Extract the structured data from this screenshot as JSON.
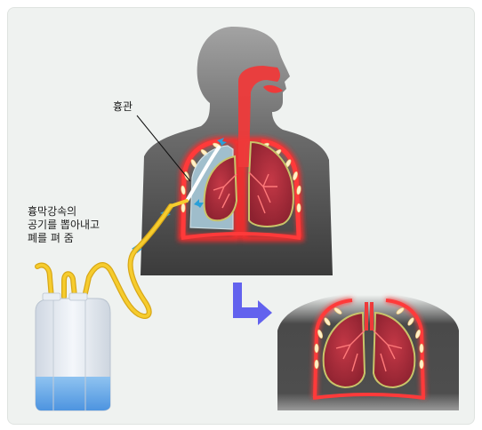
{
  "labels": {
    "chest_tube": "흉관",
    "note": [
      "흉막강속의",
      "공기를 뽑아내고",
      "폐를 펴 줌"
    ]
  },
  "colors": {
    "panel": "#eff2f0",
    "body_dark": "#4a4a4a",
    "body_light": "#a8a8a8",
    "lung": "#b0303c",
    "lung_outline": "#c7c46a",
    "airway": "#ee3a3a",
    "pleura_red": "#ff3333",
    "air_pocket": "#a9cad8",
    "tube": "#f3c628",
    "arrow": "#6565f0",
    "bottle_water": "#6faeea",
    "bottle": "#e4eaf2"
  },
  "icons": [
    "body-silhouette",
    "lungs",
    "chest-tube",
    "drainage-bottle",
    "arrow-right-down",
    "air-flow-arrow"
  ]
}
